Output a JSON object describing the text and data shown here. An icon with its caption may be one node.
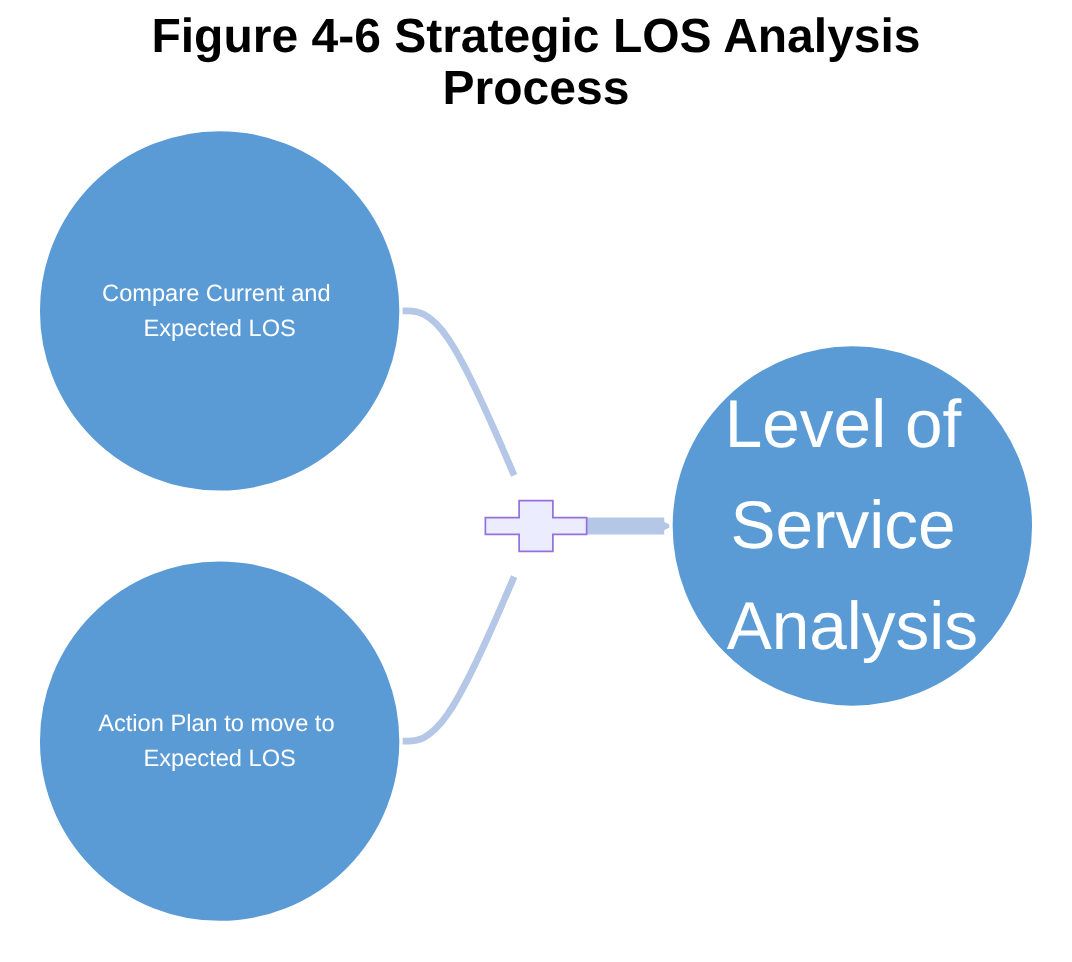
{
  "diagram": {
    "title": "Figure 4-6 Strategic LOS Analysis Process",
    "nodes": [
      {
        "text": [
          "Compare Current and Expected LOS"
        ]
      },
      {
        "text": [
          "Action Plan to move to Expected LOS"
        ]
      },
      {
        "text": [
          "Level of Service Analysis"
        ]
      },
      {
        "text": [],
        "shape": "plus"
      }
    ],
    "edges": [
      {
        "from": 0,
        "to": 3,
        "arrow": "none"
      },
      {
        "from": 1,
        "to": 3,
        "arrow": "none"
      },
      {
        "from": 3,
        "to": 2,
        "arrow": "to",
        "style": "thick"
      }
    ]
  }
}
